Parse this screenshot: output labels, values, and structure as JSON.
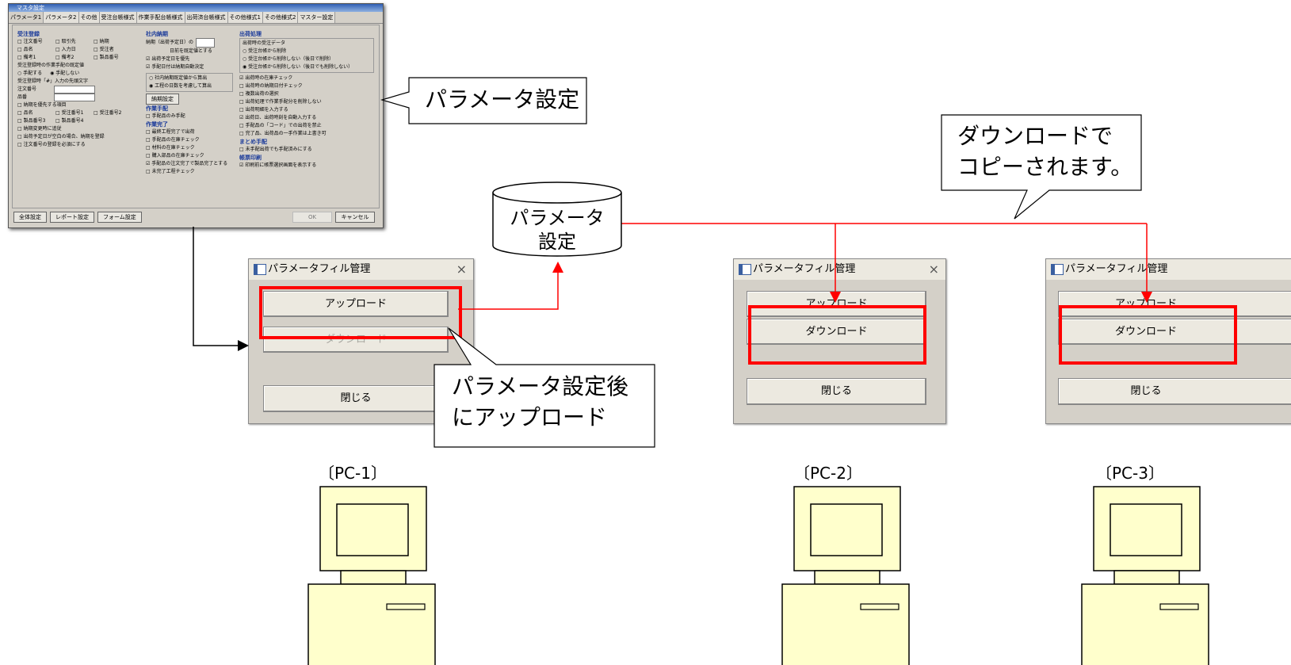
{
  "param_window": {
    "title": "マスタ設定",
    "close": "x",
    "tabs": [
      "パラメータ1",
      "パラメータ2",
      "その他",
      "受注台帳様式",
      "作業手配台帳様式",
      "出荷済台帳様式",
      "その他様式1",
      "その他様式2",
      "マスター設定"
    ],
    "col1": {
      "heading": "受注登録",
      "items": [
        "□ 注文番号",
        "□ 取引先",
        "□ 納期",
        "□ 品名",
        "□ 入力日",
        "□ 受注者",
        "□ 備考1",
        "□ 備考2",
        "□ 製品番号"
      ],
      "sub": "受注登録時の作業手配の既定値",
      "radio": [
        "○ 手配する",
        "◉ 手配しない"
      ],
      "sub2": "受注登録時「#」入力の先頭文字",
      "f1": "注文番号",
      "f2": "品番",
      "sub3": "□ 納期を優先する項目",
      "items2": [
        "□ 品名",
        "□ 受注番号1",
        "□ 受注番号2",
        "□ 製品番号3",
        "□ 製品番号4"
      ],
      "items3": [
        "□ 納期変更時に追従",
        "□ 出荷予定日が空白の場合、納期を登録",
        "□ 注文番号の登録を必須にする"
      ]
    },
    "col2": {
      "heading": "社内納期",
      "items": [
        "納期（出荷予定日）の",
        "日前を既定値とする",
        "☑ 出荷予定日を優先",
        "☑ 手配日付は納期自動決定"
      ],
      "radio": [
        "○ 社内納期既定値から算出",
        "◉ 工程の日数を考慮して算出"
      ],
      "btn": "納期設定",
      "heading2": "作業手配",
      "items2": [
        "□ 手配品のみ手配"
      ],
      "heading3": "作業完了",
      "items3": [
        "□ 最終工程完了で出荷",
        "□ 手配品の在庫チェック",
        "□ 材料の在庫チェック",
        "□ 購入部品の在庫チェック",
        "☑ 手配品の注文完了で製品完了とする",
        "□ 未完了工程チェック"
      ]
    },
    "col3": {
      "heading": "出荷処理",
      "sub": "出荷時の受注データ",
      "radio": [
        "○ 受注台帳から削除",
        "○ 受注台帳から削除しない（後日で削除）",
        "◉ 受注台帳から削除しない（後日でも削除しない）"
      ],
      "items": [
        "☑ 出荷時の在庫チェック",
        "□ 出荷時の納期日付チェック",
        "□ 複数出荷の選択",
        "□ 出荷処理で作業手配分を削除しない",
        "□ 出荷明細を入力する",
        "☑ 出荷日、出荷時刻を自動入力する",
        "□ 手配品の「コード」での出荷を禁止",
        "□ 完了品、出荷品の一手作業は上書き可"
      ],
      "heading2": "まとめ手配",
      "items2": [
        "□ 未手配出荷でも手配済みにする"
      ],
      "heading3": "帳票印刷",
      "items3": [
        "☑ 印刷前に帳票選択画面を表示する"
      ]
    },
    "bottom_buttons": [
      "全体設定",
      "レポート設定",
      "フォーム設定"
    ],
    "ok": "OK",
    "cancel": "キャンセル"
  },
  "callout_param": "パラメータ設定",
  "callout_download": [
    "ダウンロードで",
    "コピーされます。"
  ],
  "callout_upload": [
    "パラメータ設定後",
    "にアップロード"
  ],
  "cylinder": [
    "パラメータ",
    "設定"
  ],
  "dialogs": [
    {
      "title": "パラメータフィル管理",
      "close": "×",
      "upload": "アップロード",
      "download": "ダウンロード",
      "close_btn": "閉じる"
    },
    {
      "title": "パラメータフィル管理",
      "close": "×",
      "upload": "アップロード",
      "download": "ダウンロード",
      "close_btn": "閉じる"
    },
    {
      "title": "パラメータフィル管理",
      "close": "",
      "upload": "アップロード",
      "download": "ダウンロード",
      "close_btn": "閉じる"
    }
  ],
  "pc_labels": [
    "〔PC-1〕",
    "〔PC-2〕",
    "〔PC-3〕"
  ],
  "colors": {
    "red": "#ff0000",
    "pc_body": "#ffffcc",
    "dialog_bg": "#d4d0c8"
  }
}
